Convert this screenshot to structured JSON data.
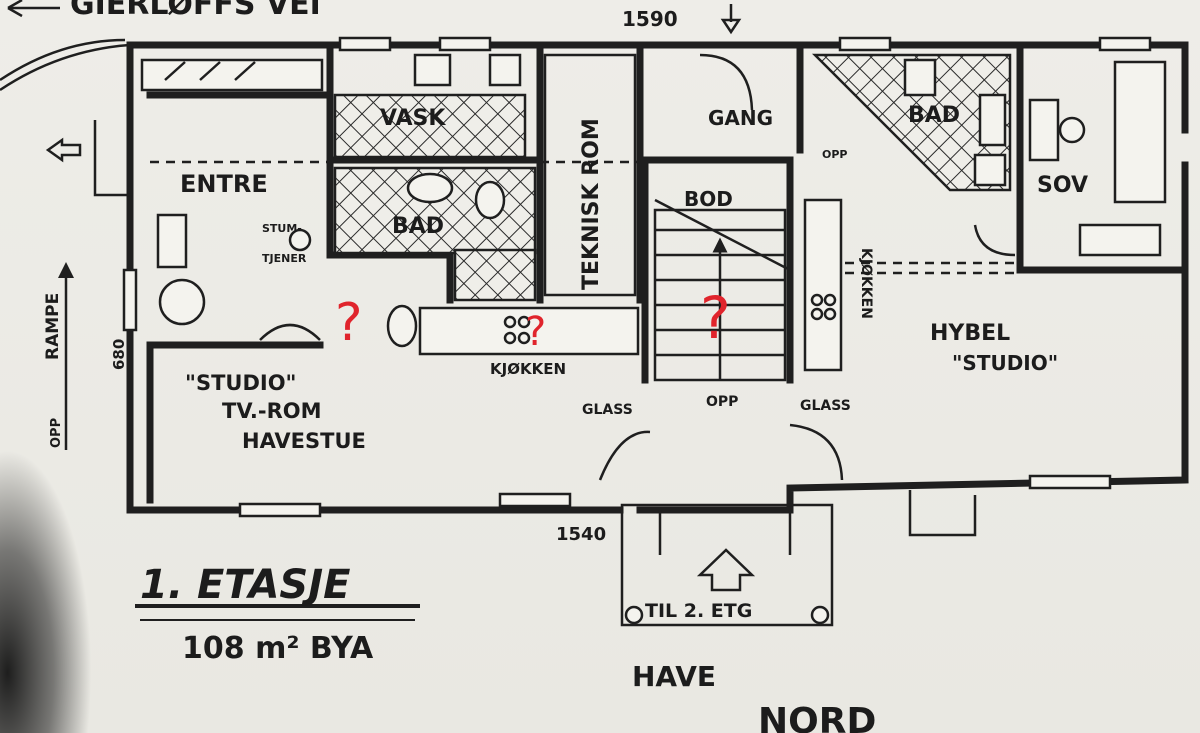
{
  "plan": {
    "top_left_text": "GIERLØFFS VEI",
    "dim_top": "1590",
    "dim_bottom": "1540",
    "dim_left": "680",
    "rooms": {
      "entre": "ENTRE",
      "vask": "VASK",
      "bad1": "BAD",
      "bad2": "BAD",
      "teknisk": "TEKNISK ROM",
      "gang": "GANG",
      "bod": "BOD",
      "sov": "SOV",
      "kjokken1": "KJØKKEN",
      "kjokken2": "KJØKKEN",
      "hybel_line1": "HYBEL",
      "hybel_line2": "\"STUDIO\"",
      "studio_line1": "\"STUDIO\"",
      "studio_line2": "TV.-ROM",
      "studio_line3": "HAVESTUE",
      "stumtjener_line1": "STUM-",
      "stumtjener_line2": "TJENER"
    },
    "labels": {
      "glass_left": "GLASS",
      "glass_right": "GLASS",
      "opp_stairs": "OPP",
      "opp_right": "OPP",
      "opp_rampe": "OPP",
      "rampe": "RAMPE",
      "til_2_etg": "TIL 2. ETG",
      "have": "HAVE",
      "nord": "NORD"
    },
    "floor_title": "1. ETASJE",
    "floor_area": "108 m² BYA",
    "annotations": [
      "?",
      "?",
      "?"
    ],
    "annotation_color": "#e0242c",
    "ink_color": "#1f1f1f"
  }
}
